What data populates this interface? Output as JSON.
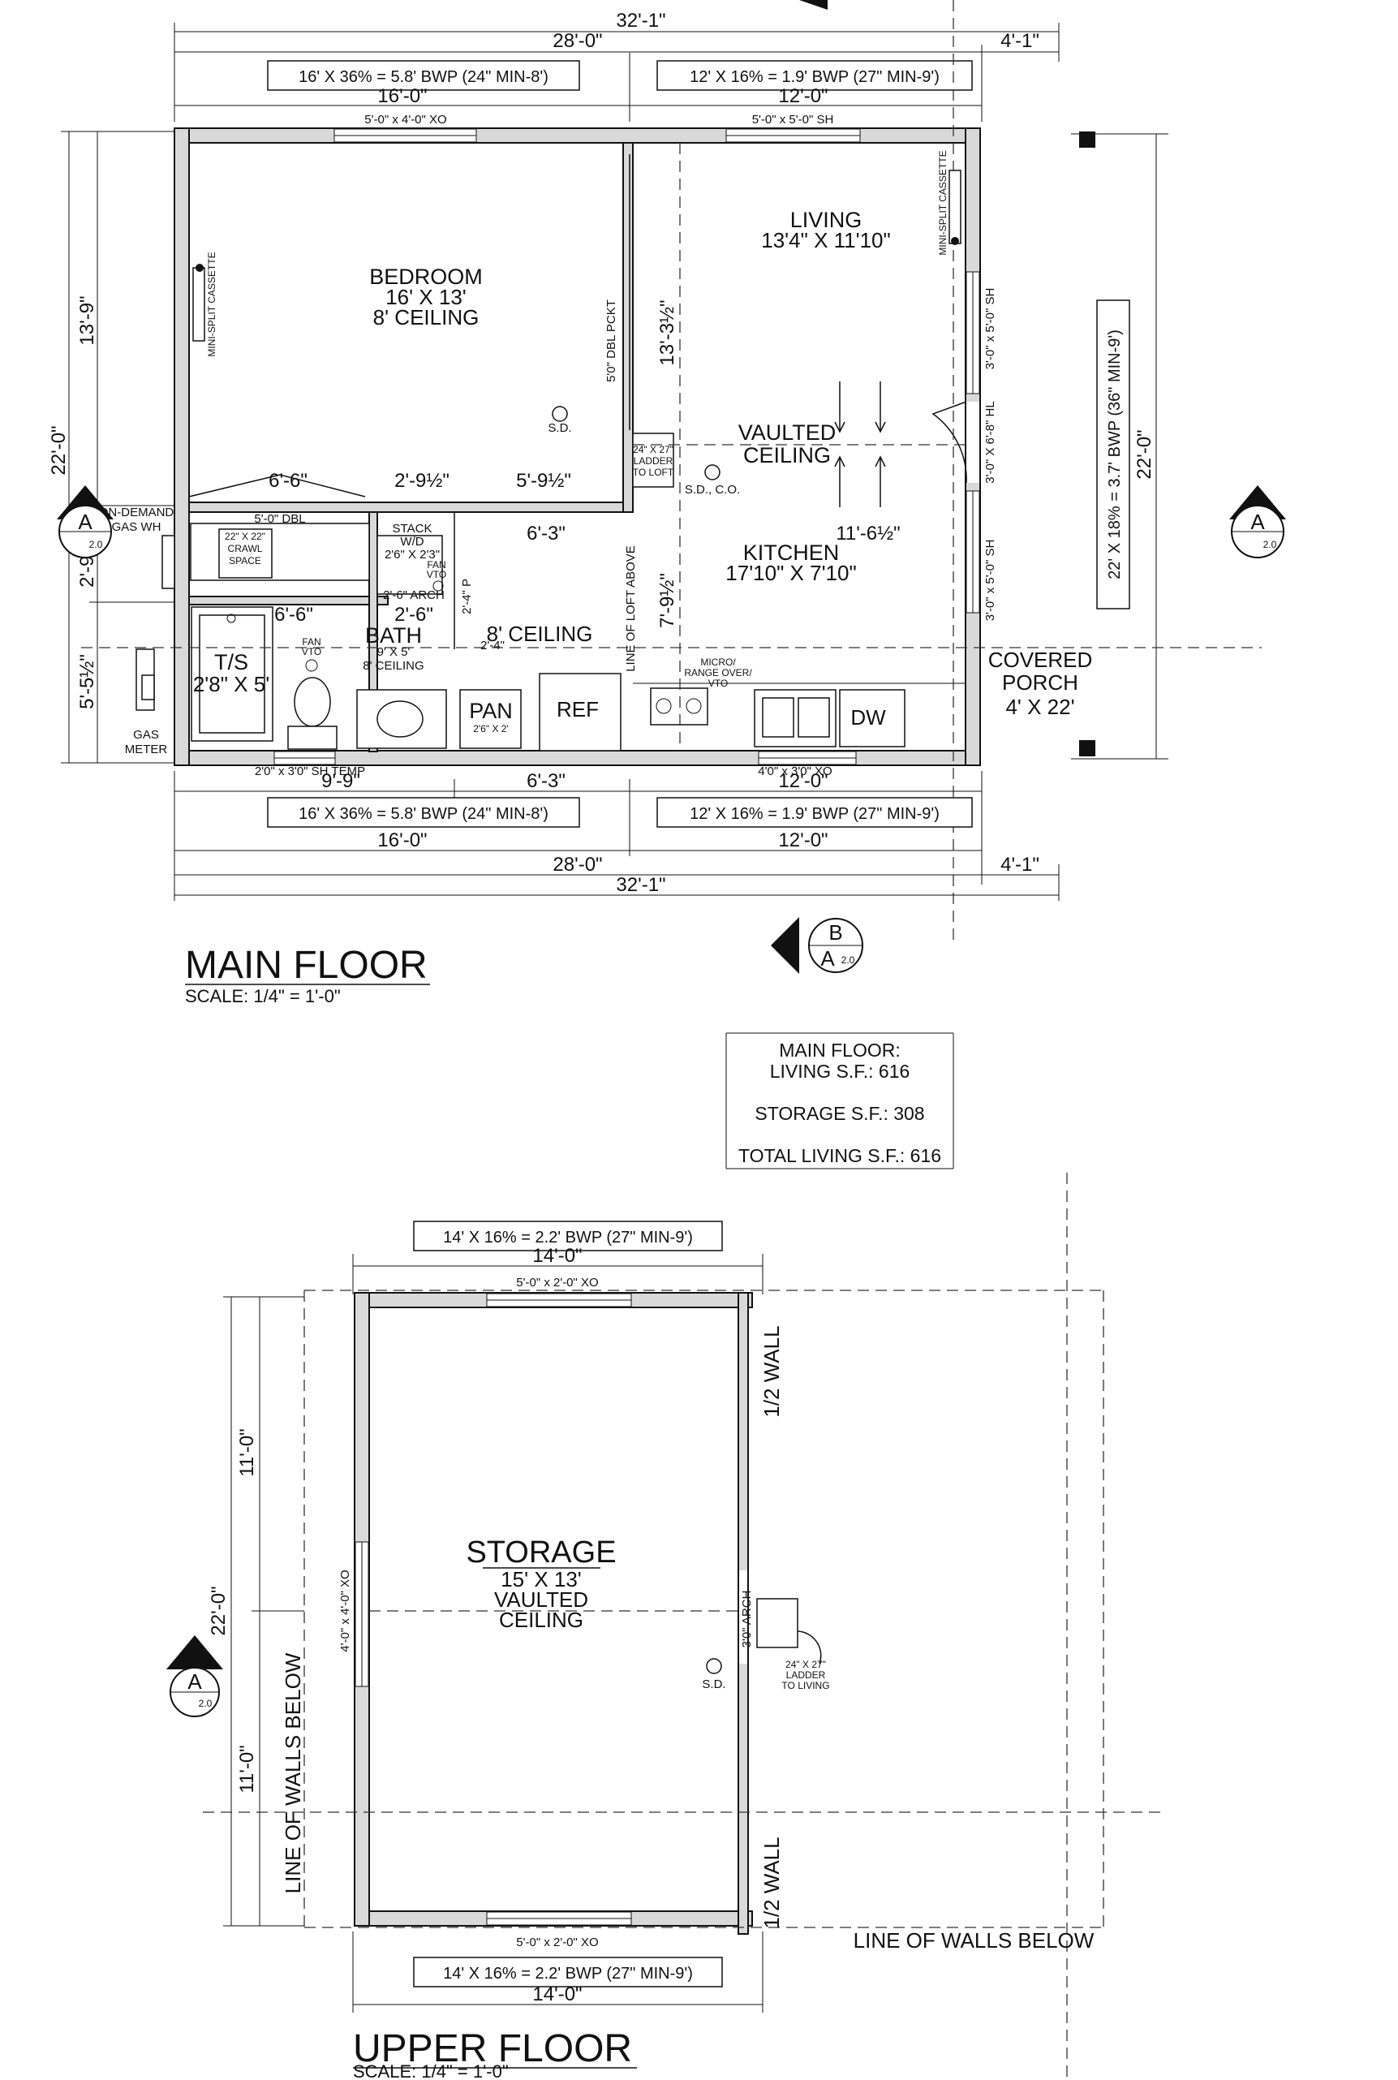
{
  "main_floor": {
    "title": "MAIN FLOOR",
    "scale": "SCALE: 1/4\" = 1'-0\"",
    "dims": {
      "overall": "32'-1\"",
      "house": "28'-0\"",
      "porch_w": "4'-1\"",
      "left_w": "16'-0\"",
      "right_w": "12'-0\"",
      "left_h_top": "13'-9\"",
      "left_h_mid": "2'-9½\"",
      "left_h_bot": "5'-5½\"",
      "left_h_total": "22'-0\"",
      "right_h_total": "22'-0\"",
      "bot_left": "9'-9\"",
      "bot_mid": "6'-3\"",
      "bot_right": "12'-0\"",
      "bwp_left": "16' X 36% = 5.8' BWP (24\" MIN-8')",
      "bwp_right": "12' X 16% = 1.9' BWP (27\" MIN-9')",
      "bwp_side": "22' X 18% = 3.7' BWP (36\" MIN-9')",
      "inner_66a": "6'-6\"",
      "inner_2_9": "2'-9½\"",
      "inner_5_9": "5'-9½\"",
      "inner_6_3": "6'-3\"",
      "inner_11_6": "11'-6½\"",
      "inner_13_3": "13'-3½\"",
      "inner_7_9": "7'-9½\"",
      "inner_66b": "6'-6\"",
      "inner_2_6": "2'-6\"",
      "inner_2_4": "2'-4\"",
      "inner_2_4p": "2'-4\" P"
    },
    "windows": {
      "bed_top": "5'-0\" x 4'-0\" XO",
      "living_top": "5'-0\" x 5'-0\" SH",
      "right1": "3'-0\" x 5'-0\" SH",
      "right2": "3'-0\" x 5'-0\" SH",
      "door_right": "3'-0\" X 6'-8\" HL",
      "kitchen_bot": "4'0\" x 3'0\" XO",
      "bath_bot": "2'0\" x 3'0\" SH TEMP"
    },
    "rooms": {
      "bedroom": [
        "BEDROOM",
        "16' X 13'",
        "8' CEILING"
      ],
      "living": [
        "LIVING",
        "13'4\" X 11'10\""
      ],
      "vaulted": [
        "VAULTED",
        "CEILING"
      ],
      "kitchen": [
        "KITCHEN",
        "17'10\" X 7'10\""
      ],
      "bath": [
        "BATH",
        "9' X 5'",
        "8' CEILING"
      ],
      "bath_ceiling": "8' CEILING",
      "ts": [
        "T/S",
        "2'8\" X 5'"
      ],
      "pan": [
        "PAN",
        "2'6\" X 2'"
      ],
      "ref": "REF",
      "dw": "DW",
      "porch": [
        "COVERED",
        "PORCH",
        "4' X 22'"
      ]
    },
    "notes": {
      "mini_split_left": "MINI-SPLIT CASSETTE",
      "mini_split_right": "MINI-SPLIT CASSETTE",
      "dbl_pckt": "5'0\" DBL PCKT",
      "sd": "S.D.",
      "sdco": "S.D., C.O.",
      "ladder": [
        "24\" X 27\"",
        "LADDER",
        "TO LOFT"
      ],
      "on_demand": [
        "ON-DEMAND",
        "GAS WH"
      ],
      "crawl": [
        "22\" X 22\"",
        "CRAWL",
        "SPACE"
      ],
      "dbl": "5'-0\" DBL",
      "stack": [
        "STACK",
        "W/D",
        "2'6\" X 2'3\""
      ],
      "fan_vto_a": [
        "FAN",
        "VTO"
      ],
      "arch": "2'-6\" ARCH",
      "fan_vto_b": [
        "FAN",
        "VTO"
      ],
      "loft_line": "LINE OF LOFT ABOVE",
      "micro": [
        "MICRO/",
        "RANGE OVER/",
        "VTO"
      ],
      "gas_meter": [
        "GAS",
        "METER"
      ]
    },
    "section_marks": {
      "letter_a": "A",
      "letter_b": "B",
      "sheet": "2.0"
    },
    "stats": [
      "MAIN FLOOR:",
      "LIVING S.F.: 616",
      "STORAGE S.F.: 308",
      "TOTAL LIVING S.F.: 616"
    ]
  },
  "upper_floor": {
    "title": "UPPER FLOOR",
    "scale": "SCALE: 1/4\" = 1'-0\"",
    "bwp": "14' X 16% = 2.2' BWP (27\" MIN-9')",
    "width": "14'-0\"",
    "h_top": "11'-0\"",
    "h_bot": "11'-0\"",
    "h_total": "22'-0\"",
    "win_top": "5'-0\" x 2'-0\" XO",
    "win_bot": "5'-0\" x 2'-0\" XO",
    "win_left": "4'-0\" x 4'-0\" XO",
    "half_wall": "1/2 WALL",
    "arch": "3'0\" ARCH",
    "ladder": [
      "24\" X 27\"",
      "LADDER",
      "TO LIVING"
    ],
    "sd": "S.D.",
    "room": [
      "STORAGE",
      "15' X 13'",
      "VAULTED",
      "CEILING"
    ],
    "walls_below_left": "LINE OF WALLS BELOW",
    "walls_below_right": "LINE OF WALLS BELOW"
  }
}
